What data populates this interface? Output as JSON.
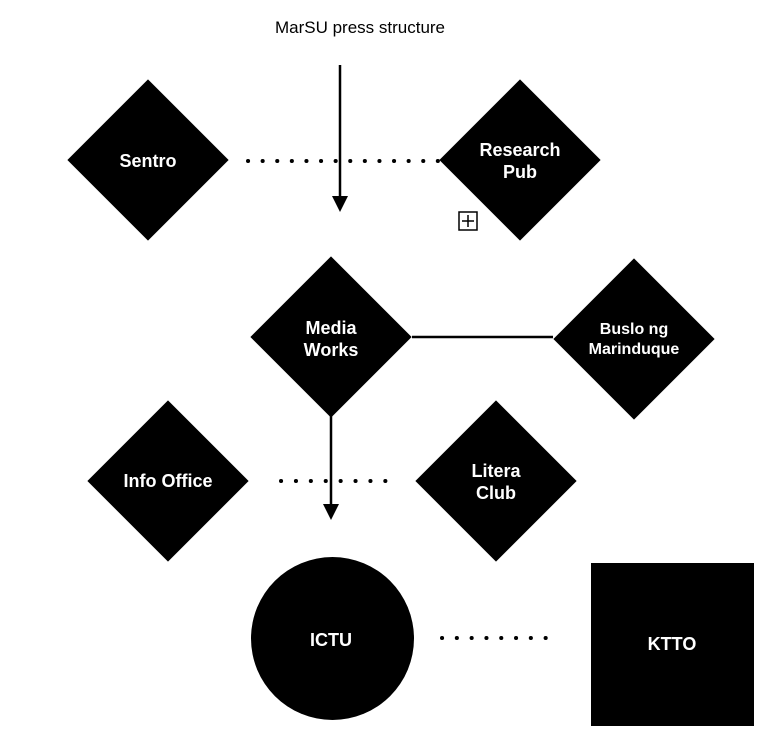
{
  "diagram": {
    "title": "MarSU press structure",
    "nodes": {
      "sentro": "Sentro",
      "research_pub": [
        "Research",
        "Pub"
      ],
      "media_works": [
        "Media",
        "Works"
      ],
      "buslo": [
        "Buslo ng",
        "Marinduque"
      ],
      "info_office": "Info Office",
      "litera_club": [
        "Litera",
        "Club"
      ],
      "ictu": "ICTU",
      "ktto": "KTTO"
    },
    "icons": {
      "expand": "plus-square-icon"
    },
    "colors": {
      "shape_fill": "#000000",
      "shape_text": "#ffffff",
      "background": "#ffffff"
    }
  }
}
